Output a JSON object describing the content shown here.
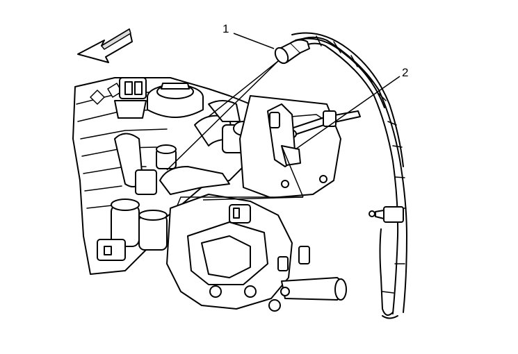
{
  "diagram": {
    "callouts": [
      {
        "id": "1",
        "label": "1"
      },
      {
        "id": "2",
        "label": "2"
      }
    ],
    "colors": {
      "line": "#000000",
      "fill": "#ffffff",
      "shade": "#dcdcdc"
    }
  }
}
